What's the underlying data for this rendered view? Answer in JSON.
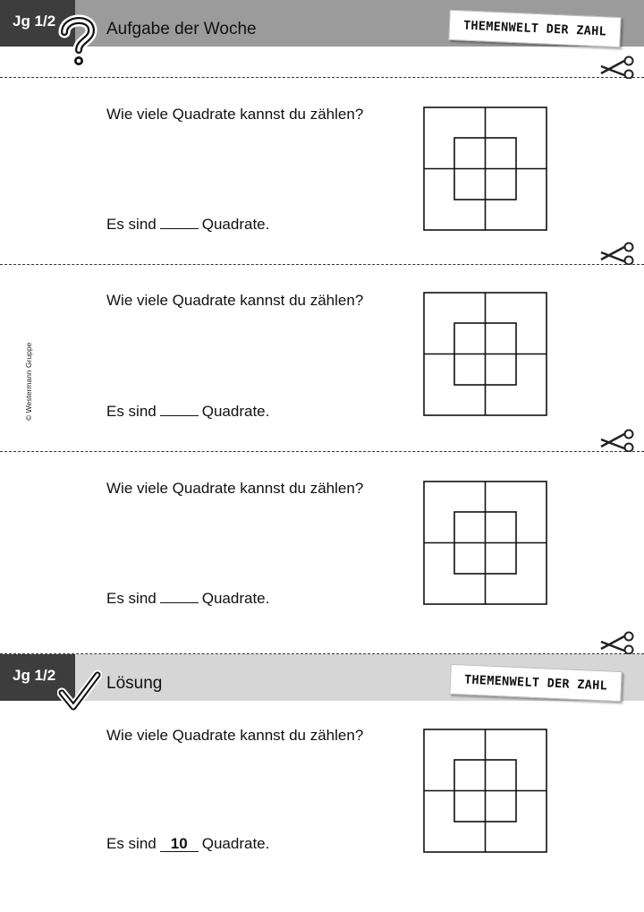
{
  "header": {
    "grade": "Jg 1/2",
    "title": "Aufgabe der Woche",
    "brand": "THEMENWELT DER ZAHL"
  },
  "copyright": "© Westermann Gruppe",
  "tasks": [
    {
      "question": "Wie viele Quadrate kannst du zählen?",
      "answer_prefix": "Es sind",
      "answer_suffix": "Quadrate."
    },
    {
      "question": "Wie viele Quadrate kannst du zählen?",
      "answer_prefix": "Es sind",
      "answer_suffix": "Quadrate."
    },
    {
      "question": "Wie viele Quadrate kannst du zählen?",
      "answer_prefix": "Es sind",
      "answer_suffix": "Quadrate."
    }
  ],
  "solution": {
    "grade": "Jg 1/2",
    "title": "Lösung",
    "brand": "THEMENWELT DER ZAHL",
    "question": "Wie viele Quadrate kannst du zählen?",
    "answer_prefix": "Es sind",
    "answer_value": "10",
    "answer_suffix": "Quadrate."
  },
  "icons": {
    "task_mark": "question-mark-icon",
    "solution_mark": "checkmark-icon",
    "cut": "scissors-icon"
  },
  "colors": {
    "task_header": "#9b9b9b",
    "solution_header": "#d6d6d6",
    "grade_tab": "#3d3d3d"
  }
}
